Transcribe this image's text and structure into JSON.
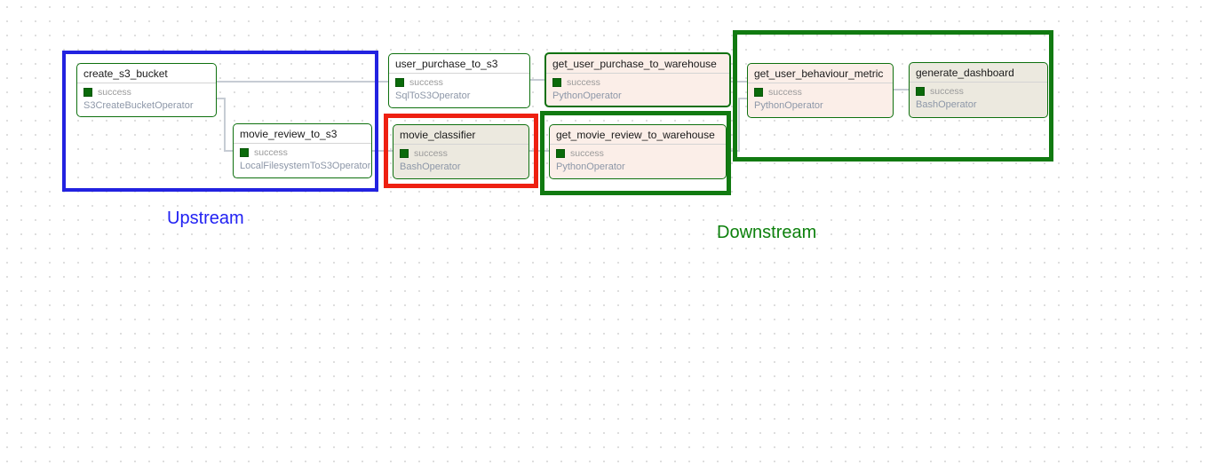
{
  "view": "airflow-dag-graph",
  "colors": {
    "node_border": "#0e700e",
    "status_square": "#0a6a0a",
    "status_text": "#9a9a9a",
    "operator_text": "#8d97a8",
    "edge": "#c6ccd4",
    "upstream_box": "#2222e0",
    "selected_box": "#ee2011",
    "downstream_box": "#117a11",
    "node_fill_white": "#ffffff",
    "node_fill_pink": "#fbeee8",
    "node_fill_beige": "#ece9df",
    "upstream_label": "#2121f3",
    "downstream_label": "#0c800c"
  },
  "labels": {
    "upstream": "Upstream",
    "downstream": "Downstream"
  },
  "status_icon": "success-square-icon",
  "nodes": [
    {
      "id": "create_s3_bucket",
      "title": "create_s3_bucket",
      "status": "success",
      "operator": "S3CreateBucketOperator"
    },
    {
      "id": "movie_review_to_s3",
      "title": "movie_review_to_s3",
      "status": "success",
      "operator": "LocalFilesystemToS3Operator"
    },
    {
      "id": "user_purchase_to_s3",
      "title": "user_purchase_to_s3",
      "status": "success",
      "operator": "SqlToS3Operator"
    },
    {
      "id": "movie_classifier",
      "title": "movie_classifier",
      "status": "success",
      "operator": "BashOperator"
    },
    {
      "id": "get_user_purchase_to_warehouse",
      "title": "get_user_purchase_to_warehouse",
      "status": "success",
      "operator": "PythonOperator"
    },
    {
      "id": "get_movie_review_to_warehouse",
      "title": "get_movie_review_to_warehouse",
      "status": "success",
      "operator": "PythonOperator"
    },
    {
      "id": "get_user_behaviour_metric",
      "title": "get_user_behaviour_metric",
      "status": "success",
      "operator": "PythonOperator"
    },
    {
      "id": "generate_dashboard",
      "title": "generate_dashboard",
      "status": "success",
      "operator": "BashOperator"
    }
  ],
  "edges": [
    {
      "from": "create_s3_bucket",
      "to": "user_purchase_to_s3"
    },
    {
      "from": "create_s3_bucket",
      "to": "movie_review_to_s3"
    },
    {
      "from": "movie_review_to_s3",
      "to": "movie_classifier"
    },
    {
      "from": "user_purchase_to_s3",
      "to": "get_user_purchase_to_warehouse"
    },
    {
      "from": "movie_classifier",
      "to": "get_movie_review_to_warehouse"
    },
    {
      "from": "get_user_purchase_to_warehouse",
      "to": "get_user_behaviour_metric"
    },
    {
      "from": "get_movie_review_to_warehouse",
      "to": "get_user_behaviour_metric"
    },
    {
      "from": "get_user_behaviour_metric",
      "to": "generate_dashboard"
    }
  ]
}
